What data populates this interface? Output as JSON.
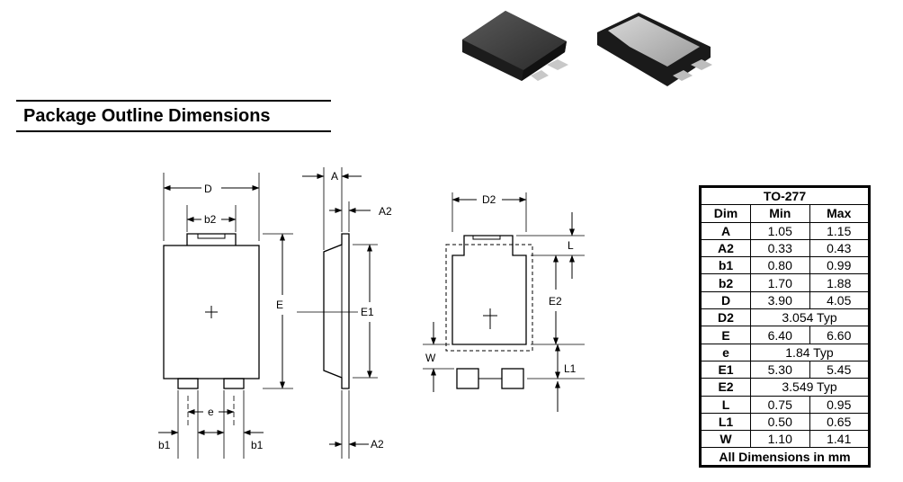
{
  "heading": "Package Outline Dimensions",
  "labels": {
    "D": "D",
    "b2": "b2",
    "E": "E",
    "e": "e",
    "b1": "b1",
    "A": "A",
    "A2": "A2",
    "E1": "E1",
    "D2": "D2",
    "L": "L",
    "E2": "E2",
    "W": "W",
    "L1": "L1"
  },
  "table": {
    "title": "TO-277",
    "headers": [
      "Dim",
      "Min",
      "Max"
    ],
    "rows": [
      {
        "dim": "A",
        "min": "1.05",
        "max": "1.15"
      },
      {
        "dim": "A2",
        "min": "0.33",
        "max": "0.43"
      },
      {
        "dim": "b1",
        "min": "0.80",
        "max": "0.99"
      },
      {
        "dim": "b2",
        "min": "1.70",
        "max": "1.88"
      },
      {
        "dim": "D",
        "min": "3.90",
        "max": "4.05"
      },
      {
        "dim": "D2",
        "typ": "3.054 Typ"
      },
      {
        "dim": "E",
        "min": "6.40",
        "max": "6.60"
      },
      {
        "dim": "e",
        "typ": "1.84 Typ"
      },
      {
        "dim": "E1",
        "min": "5.30",
        "max": "5.45"
      },
      {
        "dim": "E2",
        "typ": "3.549 Typ"
      },
      {
        "dim": "L",
        "min": "0.75",
        "max": "0.95"
      },
      {
        "dim": "L1",
        "min": "0.50",
        "max": "0.65"
      },
      {
        "dim": "W",
        "min": "1.10",
        "max": "1.41"
      }
    ],
    "footer": "All Dimensions in mm"
  }
}
